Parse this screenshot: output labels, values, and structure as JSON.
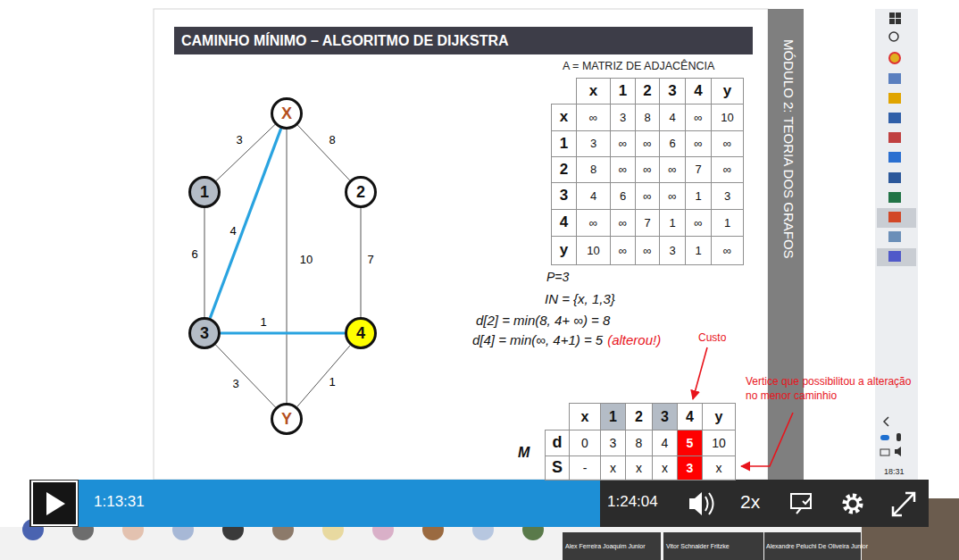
{
  "diagram": {
    "title": "CAMINHO MÍNIMO – ALGORITMO DE DIJKSTRA",
    "nodes": [
      {
        "text": [
          "X"
        ]
      },
      {
        "text": [
          "1"
        ]
      },
      {
        "text": [
          "2"
        ]
      },
      {
        "text": [
          "3"
        ]
      },
      {
        "text": [
          "4"
        ]
      },
      {
        "text": [
          "Y"
        ]
      }
    ],
    "edges": [
      {
        "from": 0,
        "to": 1,
        "arrow": "none",
        "label": "3"
      },
      {
        "from": 0,
        "to": 2,
        "arrow": "none",
        "label": "8"
      },
      {
        "from": 0,
        "to": 3,
        "arrow": "none",
        "label": "4"
      },
      {
        "from": 0,
        "to": 5,
        "arrow": "none",
        "label": "10"
      },
      {
        "from": 1,
        "to": 3,
        "arrow": "none",
        "label": "6"
      },
      {
        "from": 2,
        "to": 4,
        "arrow": "none",
        "label": "7"
      },
      {
        "from": 3,
        "to": 4,
        "arrow": "none",
        "label": "1"
      },
      {
        "from": 3,
        "to": 5,
        "arrow": "none",
        "label": "3"
      },
      {
        "from": 4,
        "to": 5,
        "arrow": "none",
        "label": "1"
      }
    ],
    "labels": [
      "A = MATRIZ DE ADJACÊNCIA",
      "x",
      "1",
      "2",
      "3",
      "4",
      "y",
      "x",
      "∞",
      "3",
      "8",
      "4",
      "∞",
      "10",
      "1",
      "3",
      "∞",
      "∞",
      "6",
      "∞",
      "∞",
      "2",
      "8",
      "∞",
      "∞",
      "∞",
      "7",
      "∞",
      "3",
      "4",
      "6",
      "∞",
      "∞",
      "1",
      "3",
      "4",
      "∞",
      "∞",
      "7",
      "1",
      "∞",
      "1",
      "y",
      "10",
      "∞",
      "∞",
      "3",
      "1",
      "∞",
      "P=3",
      "IN = {x, 1,3}",
      "d[2] = min(8, 4+ ∞) = 8",
      "d[4] = min(∞, 4+1) = 5",
      "(alterou!)",
      "Custo",
      "Vertice que possibilitou a alteração no menor caminhio",
      "M",
      "x",
      "1",
      "2",
      "3",
      "4",
      "y",
      "d",
      "0",
      "3",
      "8",
      "4",
      "5",
      "10",
      "S",
      "-",
      "x",
      "x",
      "x",
      "3",
      "x",
      "MÓDULO 2: TEORIA DOS GRAFOS",
      "1:13:31",
      "1:24:04",
      "2x",
      "18:31",
      "Alex Ferreira Joaquim Junior",
      "Vitor Schnaider Fritzke",
      "Alexandre Peluchi De Oliveira Junior"
    ]
  }
}
